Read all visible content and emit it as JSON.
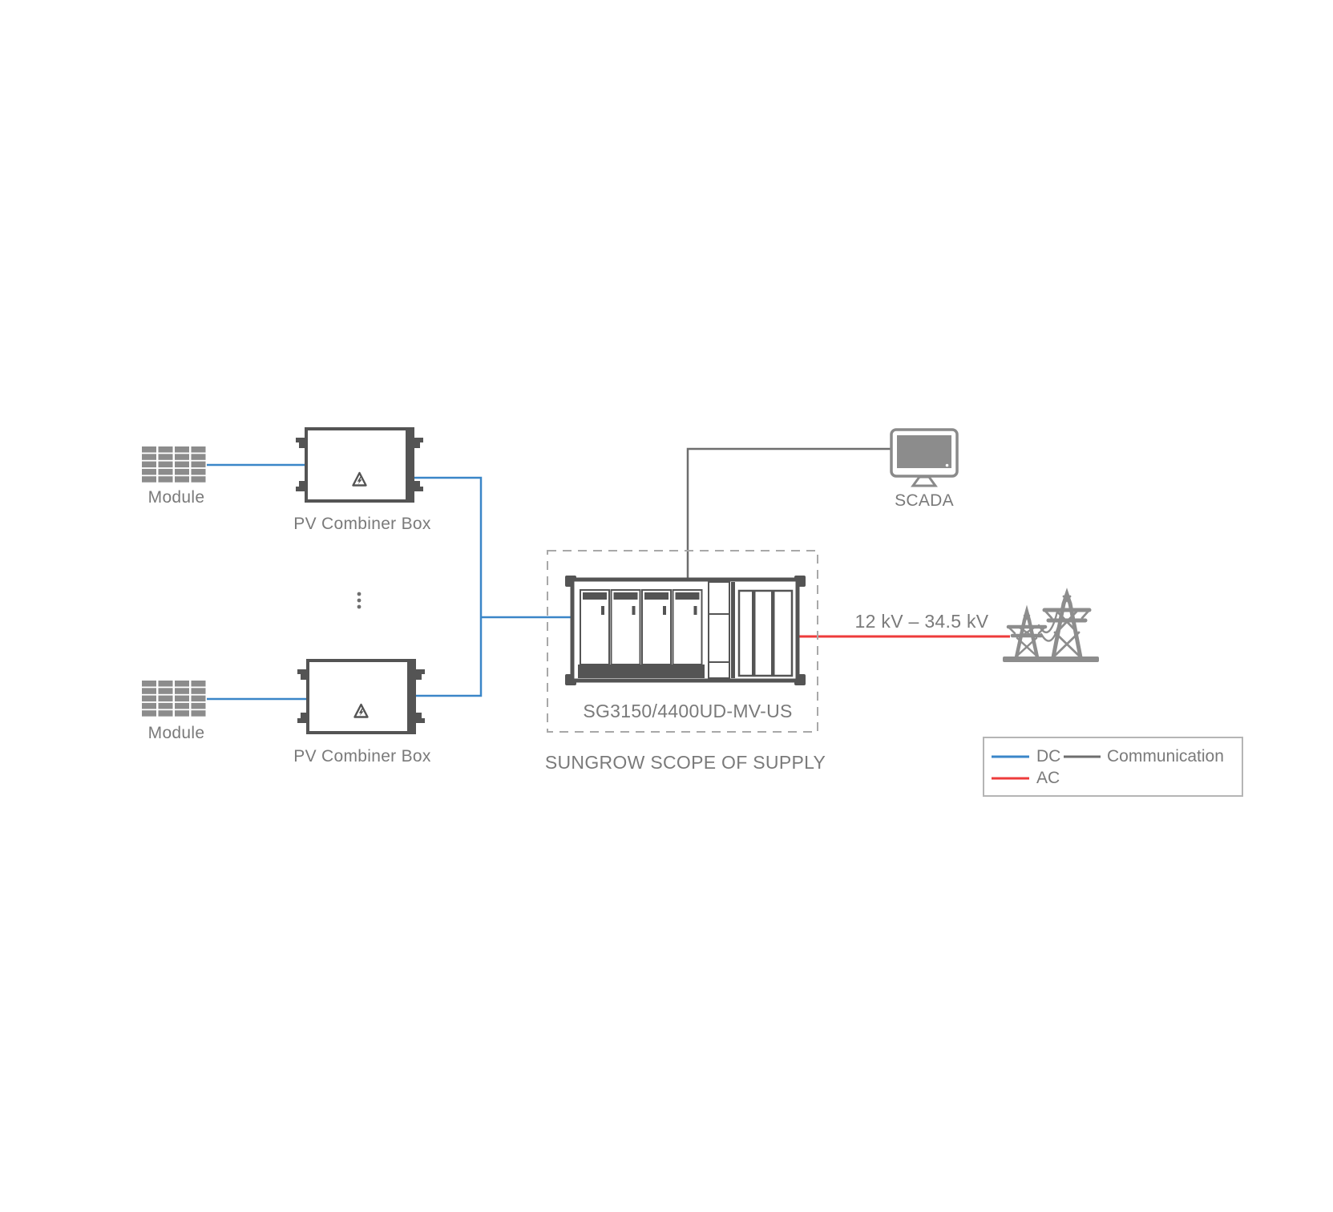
{
  "nodes": {
    "module_top": {
      "label": "Module"
    },
    "combiner_top": {
      "label": "PV Combiner Box"
    },
    "module_bottom": {
      "label": "Module"
    },
    "combiner_bottom": {
      "label": "PV Combiner Box"
    },
    "inverter": {
      "model": "SG3150/4400UD-MV-US",
      "scope": "SUNGROW SCOPE OF SUPPLY"
    },
    "scada": {
      "label": "SCADA"
    },
    "grid": {
      "voltage": "12 kV – 34.5 kV"
    }
  },
  "legend": {
    "dc_label": "DC",
    "ac_label": "AC",
    "communication_label": "Communication"
  },
  "colors": {
    "dc": "#3a86c8",
    "ac": "#ee3b3b",
    "communication": "#6e6e6e",
    "outline": "#545454",
    "icon_gray": "#8c8c8c",
    "text": "#7a7a7a"
  }
}
